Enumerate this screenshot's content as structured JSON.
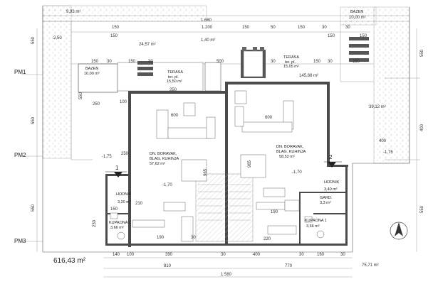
{
  "plan": {
    "total_area": "616,43 m²",
    "top_left_area": "9,93 m²",
    "top_right_label": "BAZEN",
    "top_right_area": "10,00 m²",
    "level_left_top": "-2,50",
    "level_left_mid": "-1,75",
    "level_right_mid": "-1,75",
    "pm_labels": [
      "PM1",
      "PM2",
      "PM3"
    ],
    "rooms": [
      {
        "id": "bazen-left",
        "name": "BAZEN",
        "area": "10,00 m²"
      },
      {
        "id": "terasa-left",
        "name": "TERASA",
        "sub": "ter. pl.",
        "area": "15,50 m²"
      },
      {
        "id": "terasa-right",
        "name": "TERASA",
        "sub": "ter. pl.",
        "area": "15,05 m²"
      },
      {
        "id": "boravak-left",
        "name": "DN. BORAVAK,",
        "name2": "BLAG. KUHINJA",
        "area": "57,62 m²",
        "level": "-1,70"
      },
      {
        "id": "boravak-right",
        "name": "DN. BORAVAK,",
        "name2": "BLAG. KUHINJA",
        "area": "58,52 m²",
        "level": "-1,70"
      },
      {
        "id": "hodnik-left",
        "name": "HODNIK",
        "area": "3,20 m²"
      },
      {
        "id": "hodnik-right",
        "name": "HODNIK",
        "area": "3,40 m²"
      },
      {
        "id": "kupaona-left",
        "name": "KUPAONA 1",
        "area": "3,66 m²"
      },
      {
        "id": "kupaona-right",
        "name": "KUPAONA 1",
        "area": "3,66 m²"
      },
      {
        "id": "garderoba-right",
        "name": "GARD.",
        "area": "3,3 m²"
      }
    ],
    "areas": {
      "terasa_mid": "24,57 m²",
      "terasa_right_big": "145,88 m²",
      "right_side": "39,12 m²",
      "bottom_right": "75,71 m²"
    },
    "markers": [
      "1",
      "2"
    ],
    "dims": {
      "top": [
        "150",
        "1.200",
        "1,40 m²",
        "150",
        "50",
        "150",
        "30",
        "150",
        "30",
        "150",
        "150"
      ],
      "top2": [
        "1.680"
      ],
      "row2": [
        "150",
        "30",
        "150",
        "30",
        "500",
        "30",
        "150",
        "30",
        "150"
      ],
      "bottom1": [
        "140",
        "100",
        "390",
        "30",
        "400",
        "30",
        "160",
        "30"
      ],
      "bottom2": [
        "810",
        "770"
      ],
      "bottom3": [
        "1.580"
      ],
      "left": [
        "550",
        "550",
        "550",
        "550"
      ],
      "right": [
        "550",
        "400",
        "550"
      ],
      "inner": [
        "600",
        "600",
        "250",
        "250",
        "250",
        "100",
        "190",
        "190",
        "965",
        "965",
        "210",
        "230",
        "150",
        "400",
        "220",
        "30"
      ]
    }
  }
}
